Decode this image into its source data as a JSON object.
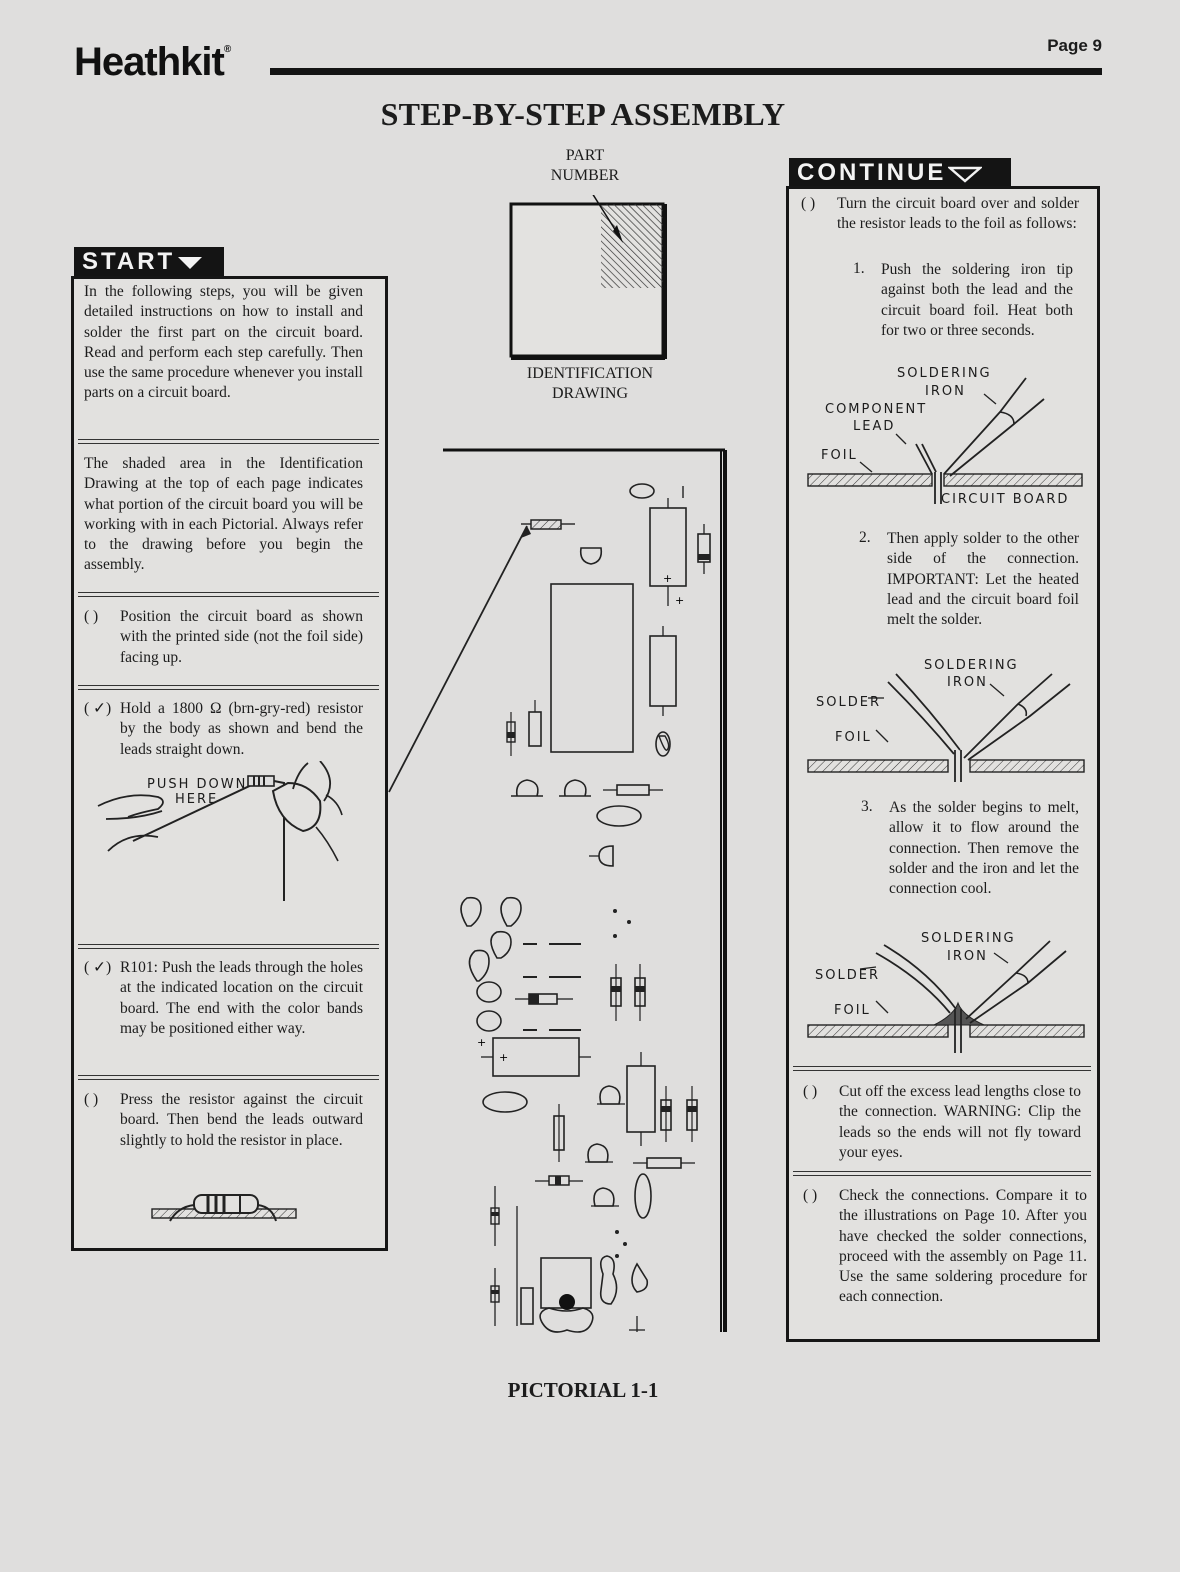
{
  "header": {
    "brand": "Heathkit",
    "brand_mark": "®",
    "page_label": "Page 9",
    "title": "STEP-BY-STEP ASSEMBLY"
  },
  "start_tag": "START",
  "continue_tag": "CONTINUE",
  "identification": {
    "part_number_label_1": "PART",
    "part_number_label_2": "NUMBER",
    "caption_1": "IDENTIFICATION",
    "caption_2": "DRAWING"
  },
  "left_column": {
    "intro": "In the following steps, you will be given detailed instructions on how to install and solder the first part on the circuit board. Read and perform each step carefully. Then use the same procedure whenever you install parts on a circuit board.",
    "shaded_note": "The shaded area in the Identification Drawing at the top of each page indicates what portion of the circuit board you will be working with in each Pictorial. Always refer to the drawing before you begin the assembly.",
    "step_position": {
      "check": "( )",
      "text": "Position the circuit board as shown with the printed side (not the foil side) facing up."
    },
    "step_hold": {
      "check": "( ✓)",
      "text": "Hold a 1800 Ω (brn-gry-red) resistor by the body as shown and bend the leads straight down."
    },
    "push_down_label_1": "PUSH DOWN",
    "push_down_label_2": "HERE",
    "step_r101": {
      "check": "( ✓)",
      "text": "R101: Push the leads through the holes at the indicated location on the circuit board. The end with the color bands may be positioned either way."
    },
    "step_press": {
      "check": "( )",
      "text": "Press the resistor against the circuit board. Then bend the leads outward slightly to hold the resistor in place."
    }
  },
  "right_column": {
    "step_turn": {
      "check": "( )",
      "text": "Turn the circuit board over and solder the resistor leads to the foil as follows:"
    },
    "sub1": {
      "num": "1.",
      "text": "Push the soldering iron tip against both the lead and the circuit board foil. Heat both for two or three seconds."
    },
    "sub2": {
      "num": "2.",
      "text": "Then apply solder to the other side of the connection. IMPORTANT: Let the heated lead and the circuit board foil melt the solder."
    },
    "sub3": {
      "num": "3.",
      "text": "As the solder begins to melt, allow it to flow around the connection. Then remove the solder and the iron and let the connection cool."
    },
    "labels": {
      "soldering": "SOLDERING",
      "iron": "IRON",
      "component": "COMPONENT",
      "lead": "LEAD",
      "foil": "FOIL",
      "circuit_board": "CIRCUIT BOARD",
      "solder": "SOLDER"
    },
    "step_cut": {
      "check": "( )",
      "text": "Cut off the excess lead lengths close to the connection. WARNING: Clip the leads so the ends will not fly toward your eyes."
    },
    "step_check": {
      "check": "( )",
      "text": "Check the connections. Compare it to the illustrations on Page 10. After you have checked the solder connections, proceed with the assembly on Page 11. Use the same soldering procedure for each connection."
    }
  },
  "pictorial_caption": "PICTORIAL 1-1"
}
